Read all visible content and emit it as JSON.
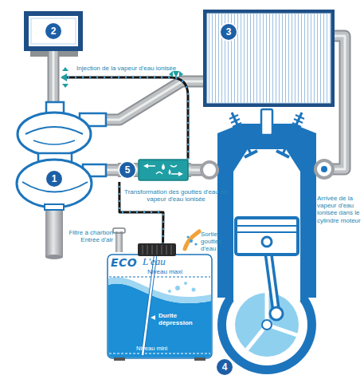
{
  "diagram": {
    "nodes": [
      {
        "text": [
          "2"
        ]
      },
      {
        "text": [
          "3"
        ]
      },
      {
        "text": [
          "1"
        ]
      },
      {
        "text": [
          "5"
        ]
      },
      {
        "text": [
          "4"
        ]
      },
      {
        "text": [
          "ECO",
          "L'eau",
          "Niveau maxi",
          "Durite dépression",
          "Niveau mini"
        ]
      }
    ],
    "edges": [
      {
        "from": 0,
        "to": 2,
        "arrow": "none"
      },
      {
        "from": 2,
        "to": 1,
        "arrow": "none"
      },
      {
        "from": 1,
        "to": 4,
        "arrow": "none"
      },
      {
        "from": 2,
        "to": 3,
        "arrow": "none"
      },
      {
        "from": 3,
        "to": 4,
        "arrow": "none"
      },
      {
        "from": 5,
        "to": 3,
        "arrow": "none"
      }
    ],
    "labels": [
      "Injection de la vapeur d'eau ionisée",
      "Transformation des gouttes d'eau en vapeur d'eau ionisée",
      "Filtre à charbon Entrée d'air",
      "Sortie gouttes d'eau",
      "Arrivée de la vapeur d'eau ionisée dans le cylindre moteur"
    ]
  }
}
